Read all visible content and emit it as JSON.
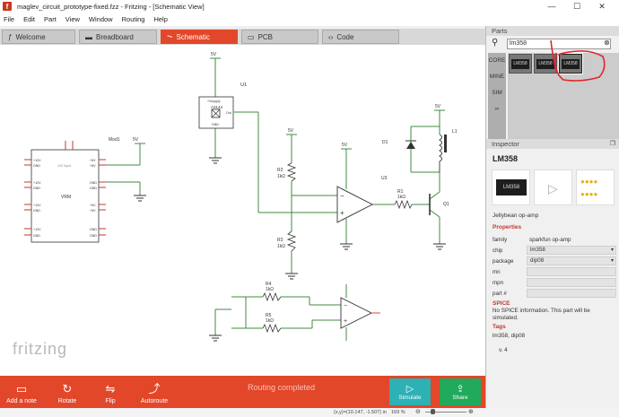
{
  "window": {
    "title": "maglev_circuit_prototype-fixed.fzz - Fritzing - [Schematic View]",
    "app_icon": "f",
    "minimize": "—",
    "maximize": "☐",
    "close": "✕"
  },
  "menu": [
    "File",
    "Edit",
    "Part",
    "View",
    "Window",
    "Routing",
    "Help"
  ],
  "tabs": [
    {
      "label": "Welcome",
      "icon": "ƒ"
    },
    {
      "label": "Breadboard",
      "icon": "▬"
    },
    {
      "label": "Schematic",
      "icon": "⏦"
    },
    {
      "label": "PCB",
      "icon": "▭"
    },
    {
      "label": "Code",
      "icon": "‹›"
    }
  ],
  "active_tab": "Schematic",
  "schematic": {
    "labels": {
      "u1": "U1",
      "vsupply": "+Vsupply",
      "a3144": "A3144",
      "out": "Out",
      "gnd": "GND",
      "mod1": "Mod1",
      "v5": "5V",
      "vrm": "VRM",
      "mod_in": "12V Input",
      "r2": "R2",
      "r2v": "1kΩ",
      "r3": "R3",
      "r3v": "1kΩ",
      "r1": "R1",
      "r1v": "1kΩ",
      "r4": "R4",
      "r4v": "1kΩ",
      "r5": "R5",
      "r5v": "1kΩ",
      "d1": "D1",
      "l1": "L1",
      "q1": "Q1",
      "u3": "U3",
      "minus": "−",
      "plus": "+"
    },
    "vrm_left_pins": [
      "+12V",
      "GND",
      "+12V",
      "GND",
      "+12V",
      "GND",
      "+12V",
      "GND"
    ],
    "vrm_right_pins": [
      "+5V",
      "+5V",
      "GND",
      "GND",
      "+5V",
      "+5V",
      "GND",
      "GND"
    ]
  },
  "watermark": "fritzing",
  "bottom": {
    "add_note": "Add a note",
    "rotate": "Rotate",
    "flip": "Flip",
    "autoroute": "Autoroute",
    "status": "Routing completed",
    "simulate": "Simulate",
    "share": "Share"
  },
  "statusbar": {
    "coords": "(x,y)=(10.147, -1.507) in",
    "zoom": "169 %"
  },
  "parts": {
    "header": "Parts",
    "search_value": "lm358",
    "bins": [
      "CORE",
      "MINE",
      "SIM",
      ""
    ],
    "results": [
      "LM358",
      "LM358",
      "LM358"
    ]
  },
  "inspector": {
    "header": "Inspector",
    "title": "LM358",
    "chip_label": "LM358",
    "description": "Jellybean op-amp",
    "properties_title": "Properties",
    "properties": [
      {
        "key": "family",
        "value": "sparkfun op-amp",
        "dropdown": false
      },
      {
        "key": "chip",
        "value": "lm358",
        "dropdown": true
      },
      {
        "key": "package",
        "value": "dip08",
        "dropdown": true
      },
      {
        "key": "mn",
        "value": "",
        "dropdown": false
      },
      {
        "key": "mpn",
        "value": "",
        "dropdown": false
      },
      {
        "key": "part #",
        "value": "",
        "dropdown": false
      }
    ],
    "spice_title": "SPICE",
    "spice_text": "No SPICE information. This part will be simulated.",
    "tags_title": "Tags",
    "tags": "lm358, dip08",
    "version": "v. 4"
  },
  "colors": {
    "accent": "#e2472a",
    "teal": "#2db1b4",
    "green": "#21a95c",
    "wire": "#418b3f",
    "annotation": "#e0262c"
  }
}
